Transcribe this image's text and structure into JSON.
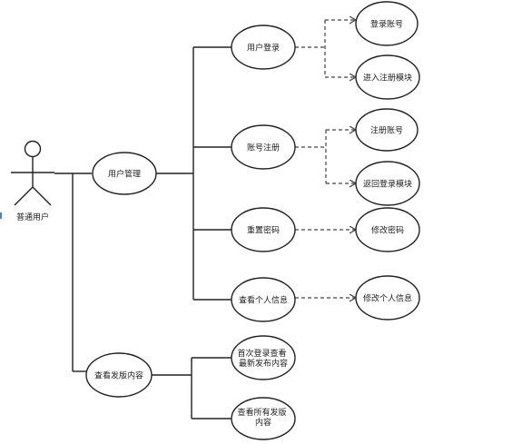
{
  "actor": {
    "label": "普通用户"
  },
  "nodes": {
    "user_mgmt": "用户管理",
    "view_release": "查看发版内容",
    "login": "用户登录",
    "register": "账号注册",
    "reset_pwd": "重置密码",
    "view_profile": "查看个人信息",
    "first_login_view": [
      "首次登录查看",
      "最新发布内容"
    ],
    "view_all_release": [
      "查看所有发版",
      "内容"
    ],
    "login_account": "登录账号",
    "goto_register": "进入注册模块",
    "register_account": "注册账号",
    "back_to_login": "返回登录模块",
    "change_pwd": "修改密码",
    "edit_profile": "修改个人信息"
  },
  "colors": {
    "stroke": "#222222",
    "fill": "#ffffff",
    "text": "#222222",
    "dashed": "#444444"
  }
}
